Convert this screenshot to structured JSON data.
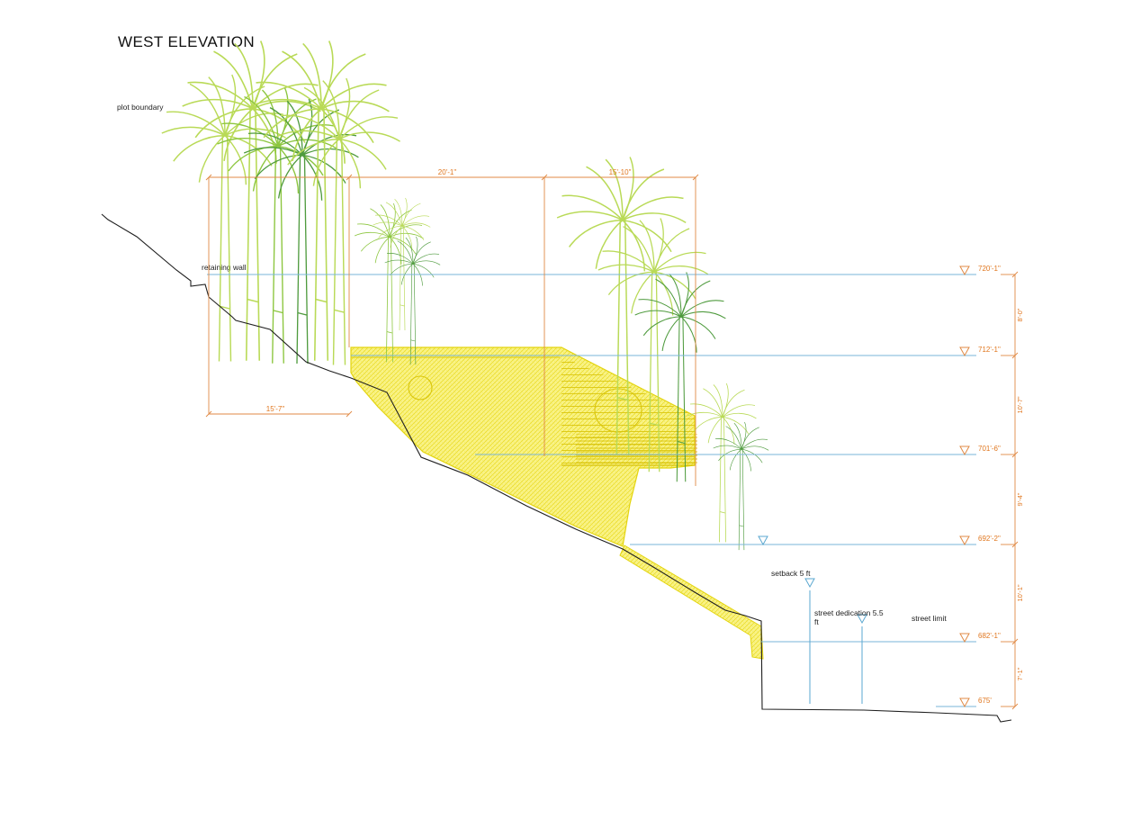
{
  "title": "WEST ELEVATION",
  "labels": {
    "plot_boundary": "plot boundary",
    "retaining_wall": "retaining wall",
    "setback": "setback 5 ft",
    "street_dedication_line1": "street dedication 5.5",
    "street_dedication_line2": "ft",
    "street_limit": "street limit"
  },
  "elevation_markers": [
    {
      "label": "720'-1\""
    },
    {
      "label": "712'-1\""
    },
    {
      "label": "701'-6\""
    },
    {
      "label": "692'-2\""
    },
    {
      "label": "682'-1\""
    },
    {
      "label": "675'"
    }
  ],
  "horizontal_dimensions": [
    {
      "label": "20'-1\""
    },
    {
      "label": "15'-10\""
    },
    {
      "label": "15'-7\""
    }
  ],
  "vertical_dimensions": [
    {
      "label": "8'-0\""
    },
    {
      "label": "10'-7\""
    },
    {
      "label": "9'-4\""
    },
    {
      "label": "10'-1\""
    },
    {
      "label": "7'-1\""
    }
  ],
  "colors": {
    "dimension_orange": "#e08a45",
    "label_orange": "#e0761e",
    "level_blue": "#7ab6d9",
    "building_yellow": "#e4d416",
    "terrain_black": "#1f1f1f",
    "palm_light": "#b9da57",
    "palm_medium": "#8cc63f",
    "palm_dark": "#4f9b3e"
  }
}
